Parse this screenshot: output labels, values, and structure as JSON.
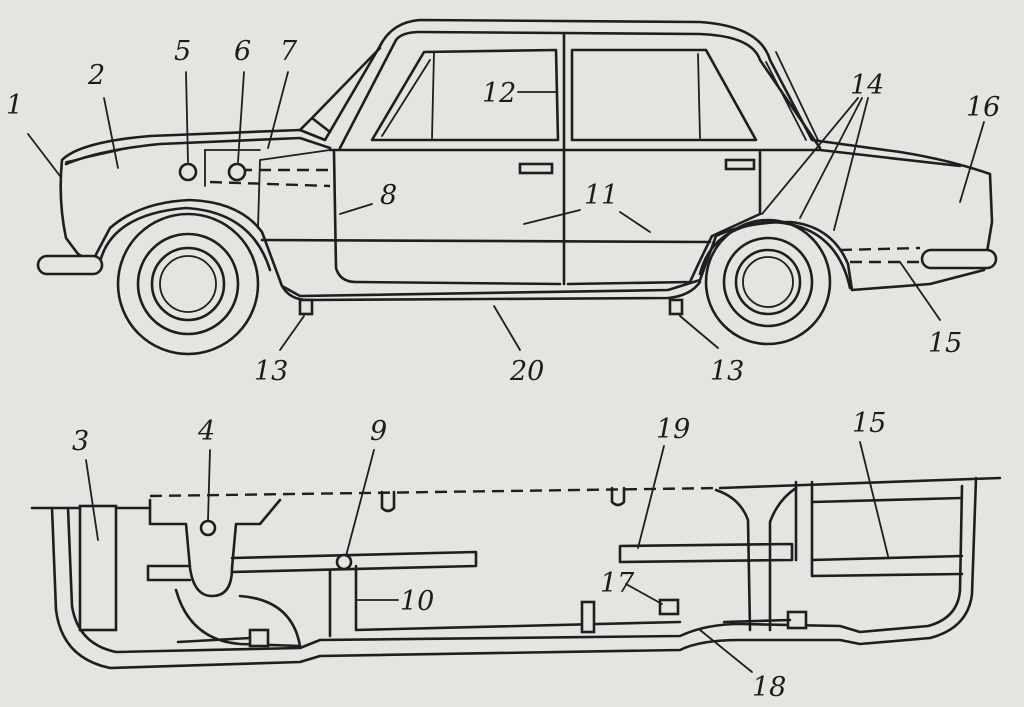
{
  "labels": {
    "l1": "1",
    "l2": "2",
    "l3": "3",
    "l4": "4",
    "l5": "5",
    "l6": "6",
    "l7": "7",
    "l8": "8",
    "l9": "9",
    "l10": "10",
    "l11": "11",
    "l12": "12",
    "l13a": "13",
    "l13b": "13",
    "l14": "14",
    "l15a": "15",
    "l15b": "15",
    "l16": "16",
    "l17": "17",
    "l18": "18",
    "l19": "19",
    "l20": "20"
  }
}
